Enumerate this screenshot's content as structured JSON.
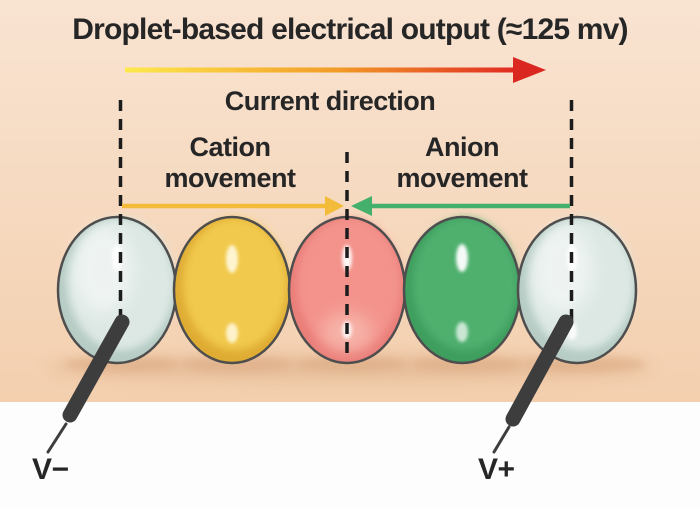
{
  "title": "Droplet-based electrical output (≈125 mv)",
  "labels": {
    "current_direction": "Current direction",
    "cation_line1": "Cation",
    "cation_line2": "movement",
    "anion_line1": "Anion",
    "anion_line2": "movement",
    "v_negative": "V−",
    "v_positive": "V+"
  },
  "colors": {
    "background_top": "#f9e4d2",
    "background_bottom": "#f3cfae",
    "white_area": "#fdfdfd",
    "text": "#262626",
    "dashed_line": "#1c1c1c",
    "current_arrow_start": "#fde94d",
    "current_arrow_mid": "#f29b27",
    "current_arrow_end": "#e02b22",
    "current_arrow_head": "#da2820",
    "cation_arrow": "#f2bc3a",
    "anion_arrow": "#44b06b",
    "droplet_outline": "#4e4e4e",
    "water_body": "#dde8e4",
    "water_edge": "#b6ccc5",
    "yellow_body": "#f1c94d",
    "yellow_edge": "#dfac33",
    "red_body": "#f3938c",
    "red_edge": "#ea7e79",
    "red_glow": "#f7b5aa",
    "green_body": "#4fb06e",
    "green_edge": "#3e9e5e",
    "electrode": "#3d3d3d",
    "shadow": "#d9a77f",
    "highlight": "#ffffff",
    "yellow_highlight": "#fff7d8"
  }
}
